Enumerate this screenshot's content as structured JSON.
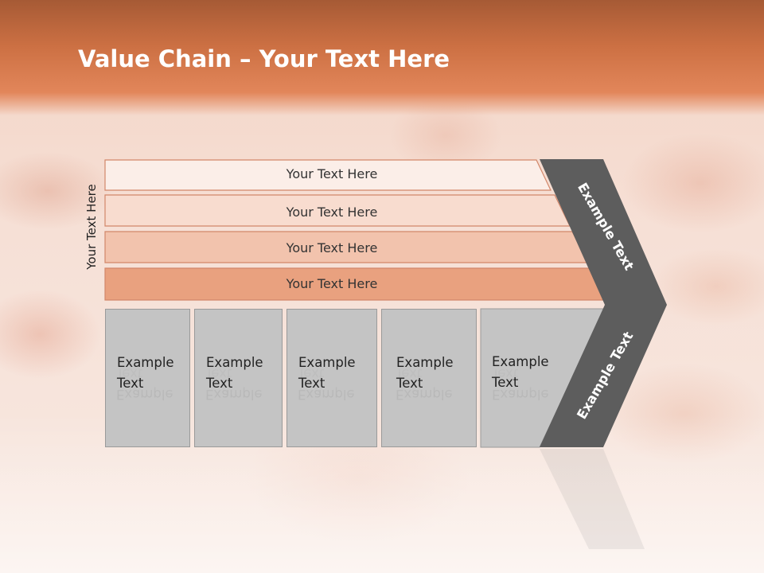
{
  "slide": {
    "title_bold": "Value Chain",
    "title_rest": " – Your Text Here",
    "side_label": "Your Text Here",
    "support_bars": [
      {
        "label": "Your Text Here",
        "fill": "#fbeee8"
      },
      {
        "label": "Your Text Here",
        "fill": "#f8dccf"
      },
      {
        "label": "Your Text Here",
        "fill": "#f2c3ad"
      },
      {
        "label": "Your Text Here",
        "fill": "#e9a17f"
      }
    ],
    "primary_columns": [
      {
        "line1": "Example",
        "line2": "Text"
      },
      {
        "line1": "Example",
        "line2": "Text"
      },
      {
        "line1": "Example",
        "line2": "Text"
      },
      {
        "line1": "Example",
        "line2": "Text"
      },
      {
        "line1": "Example",
        "line2": "Text"
      }
    ],
    "arrow_top_text": "Example Text",
    "arrow_bottom_text": "Example Text",
    "colors": {
      "header": "#cc7043",
      "bar_stroke": "#d2876a",
      "column_fill": "#c4c4c4",
      "arrow_fill": "#5d5d5d"
    }
  }
}
